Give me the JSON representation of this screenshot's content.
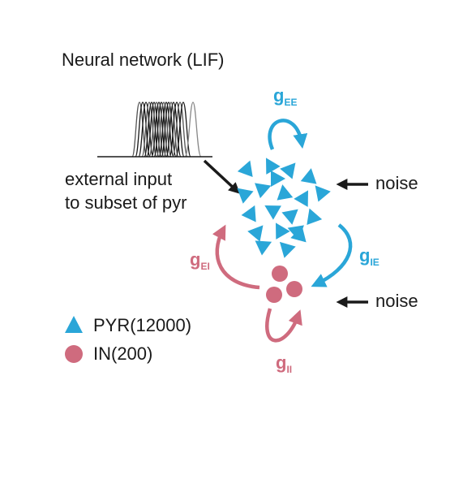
{
  "title": "Neural network (LIF)",
  "external_input": {
    "line1": "external input",
    "line2": "to subset of pyr"
  },
  "noise_labels": [
    "noise",
    "noise"
  ],
  "conductances": {
    "ee": {
      "main": "g",
      "sub": "EE"
    },
    "ie": {
      "main": "g",
      "sub": "IE"
    },
    "ei": {
      "main": "g",
      "sub": "EI"
    },
    "ii": {
      "main": "g",
      "sub": "II"
    }
  },
  "legend": [
    {
      "shape": "triangle-icon",
      "label": "PYR(12000)"
    },
    {
      "shape": "circle-icon",
      "label": "IN(200)"
    }
  ],
  "colors": {
    "pyr": "#2aa6d8",
    "in": "#cf6b7e",
    "text": "#1a1a1a"
  }
}
